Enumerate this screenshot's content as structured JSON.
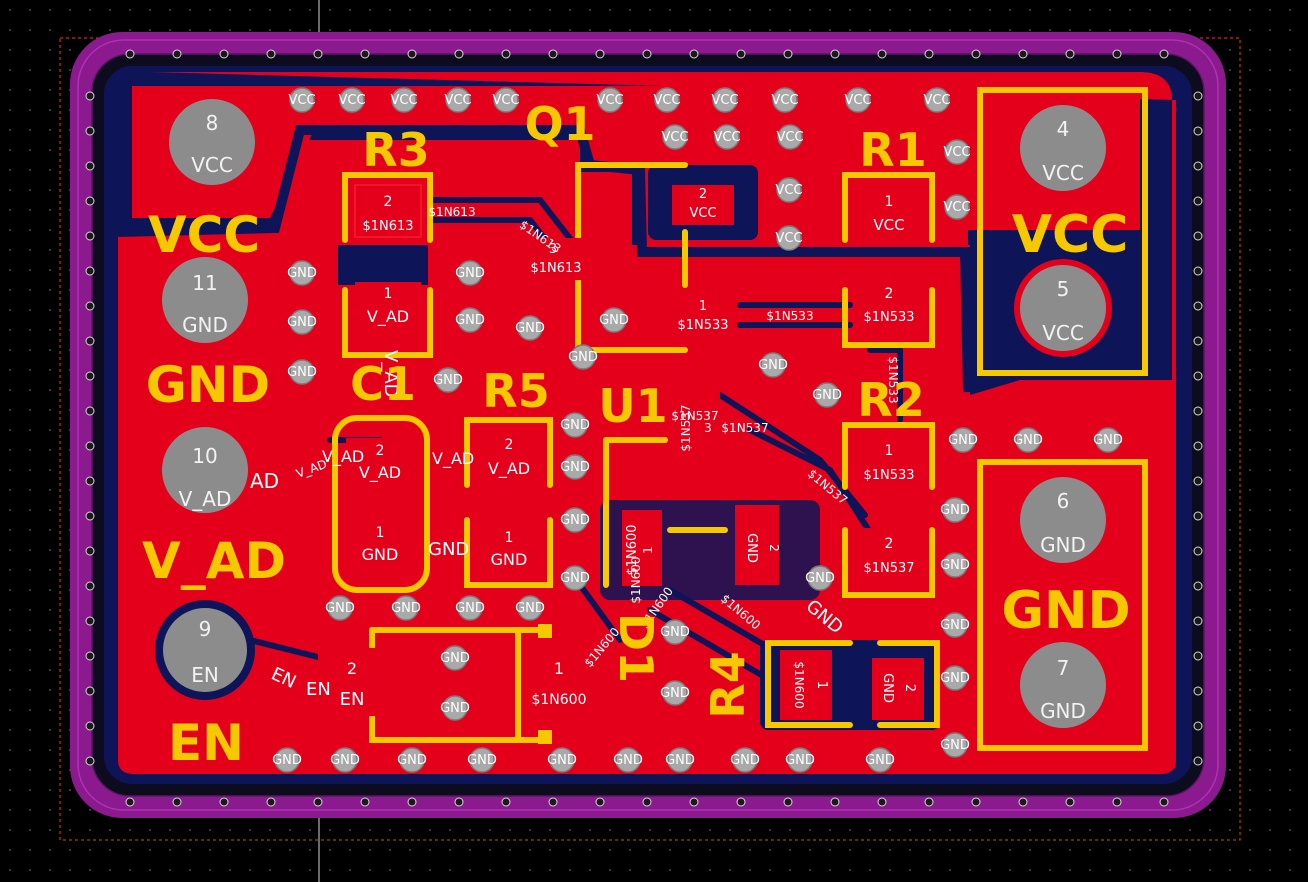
{
  "board": {
    "colors": {
      "background": "#000000",
      "outline_purple": "#8a1a8e",
      "copper_red": "#e4001b",
      "copper_dark": "#b80018",
      "clearance_navy": "#0e1458",
      "silkscreen": "#f5c800",
      "via_gray": "#a9a9a9",
      "pad_gray": "#8c8c8c"
    },
    "designators": {
      "r3": "R3",
      "q1": "Q1",
      "r1": "R1",
      "c1": "C1",
      "r5": "R5",
      "u1": "U1",
      "r2": "R2",
      "d1": "D1",
      "r4": "R4"
    },
    "net_labels": {
      "vcc_left": "VCC",
      "gnd_left": "GND",
      "v_ad_left": "V_AD",
      "en_left": "EN",
      "vcc_right": "VCC",
      "gnd_right": "GND"
    },
    "pins": [
      {
        "num": "8",
        "net": "VCC"
      },
      {
        "num": "11",
        "net": "GND"
      },
      {
        "num": "10",
        "net": "V_AD"
      },
      {
        "num": "9",
        "net": "EN"
      },
      {
        "num": "4",
        "net": "VCC"
      },
      {
        "num": "5",
        "net": "VCC"
      },
      {
        "num": "6",
        "net": "GND"
      },
      {
        "num": "7",
        "net": "GND"
      }
    ],
    "pads": {
      "r3_2": {
        "num": "2",
        "net": "$1N613"
      },
      "r3_1": {
        "num": "1",
        "net": "V_AD"
      },
      "q1_2": {
        "num": "2",
        "net": "VCC"
      },
      "q1_3": {
        "num": "3",
        "net": "$1N613"
      },
      "q1_1": {
        "num": "1",
        "net": "$1N533"
      },
      "r1_1": {
        "num": "1",
        "net": "VCC"
      },
      "r1_2": {
        "num": "2",
        "net": "$1N533"
      },
      "c1_2": {
        "num": "2",
        "net": "V_AD"
      },
      "c1_1": {
        "num": "1",
        "net": "GND"
      },
      "r5_2": {
        "num": "2",
        "net": "V_AD"
      },
      "r5_1": {
        "num": "1",
        "net": "GND"
      },
      "u1_3": {
        "num": "3",
        "net": "$1N537"
      },
      "u1_1": {
        "num": "1",
        "net": "$1N600"
      },
      "u1_2": {
        "num": "2",
        "net": "GND"
      },
      "r2_1": {
        "num": "1",
        "net": "$1N533"
      },
      "r2_2": {
        "num": "2",
        "net": "$1N537"
      },
      "d1_2": {
        "num": "2",
        "net": "EN"
      },
      "d1_1": {
        "num": "1",
        "net": "$1N600"
      },
      "r4_1": {
        "num": "1",
        "net": "$1N600"
      },
      "r4_2": {
        "num": "2",
        "net": "GND"
      }
    },
    "trace_labels": {
      "t1": "$1N613",
      "t2": "$1N613",
      "t3": "$1N533",
      "t4": "$1N533",
      "t5": "$1N537",
      "t6": "$1N537",
      "t7": "$1N537",
      "t8": "$1N600",
      "t9": "$1N600",
      "t10": "$1N600",
      "t11": "$1N600",
      "t12": "EN",
      "t13": "EN",
      "t14": "V_AD",
      "t15": "V_AD",
      "t16": "V_AD",
      "t17": "V_AD",
      "t18": "AD",
      "t19": "GND",
      "t20": "GND"
    },
    "via_labels": {
      "vcc": "VCC",
      "gnd": "GND"
    }
  }
}
